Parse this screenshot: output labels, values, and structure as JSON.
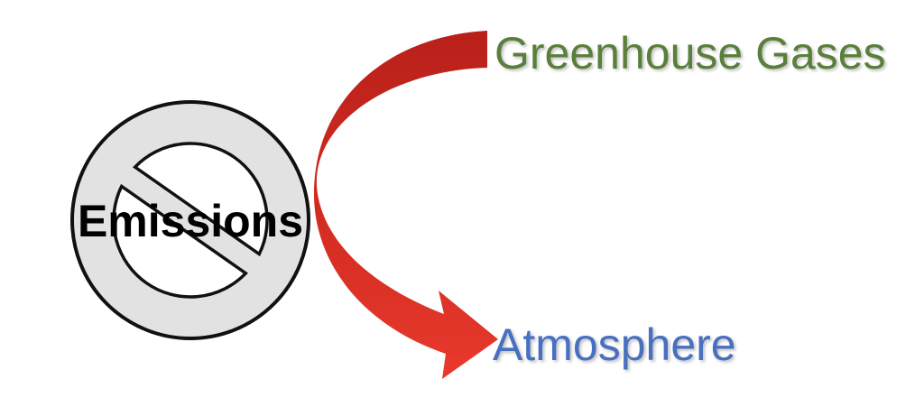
{
  "diagram": {
    "labels": {
      "emissions": "Emissions",
      "greenhouse_gases": "Greenhouse Gases",
      "atmosphere": "Atmosphere"
    },
    "colors": {
      "greenhouse_gases": "#5a7f3a",
      "atmosphere": "#4a70c0",
      "arrow": "#e3342a",
      "arrow_dark": "#b8201a",
      "prohibition_fill": "#e2e2e2",
      "prohibition_stroke": "#111111",
      "emissions_text": "#000000"
    },
    "icons": {
      "prohibition": "no-symbol-icon",
      "arrow": "curved-arrow-icon"
    }
  }
}
